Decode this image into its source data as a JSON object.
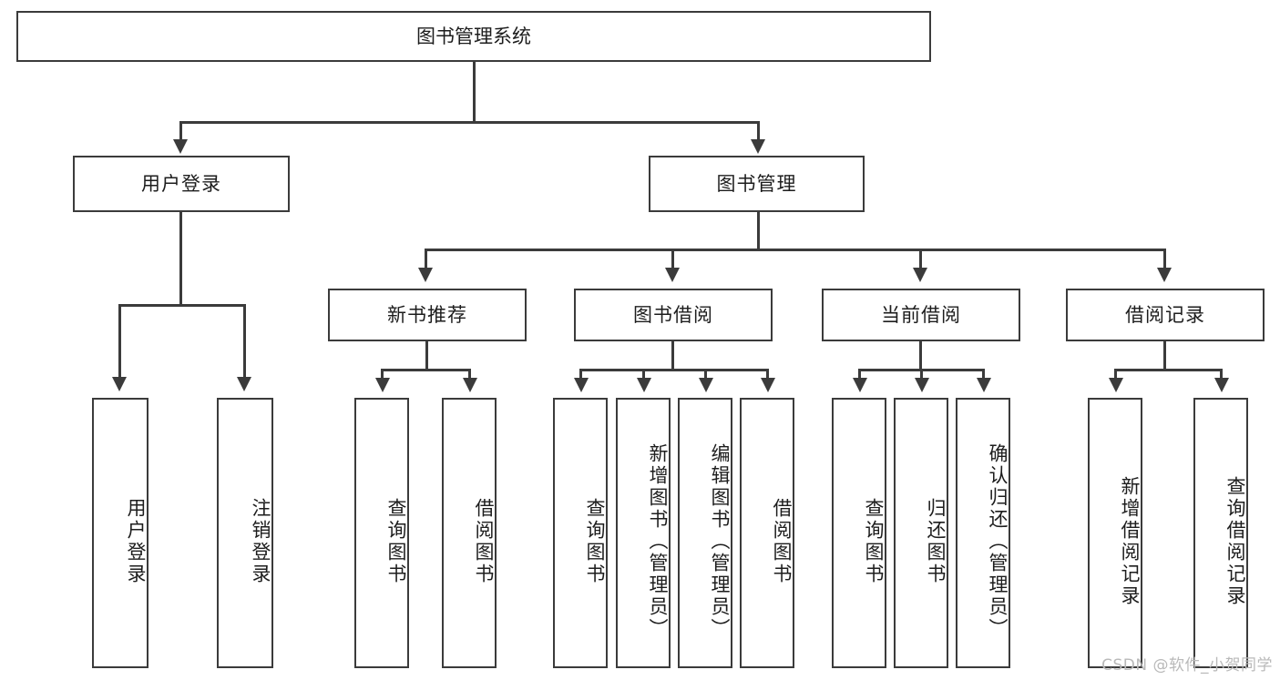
{
  "diagram": {
    "type": "tree",
    "title": "图书管理系统",
    "root": {
      "label": "图书管理系统"
    },
    "level2": [
      {
        "label": "用户登录"
      },
      {
        "label": "图书管理"
      }
    ],
    "level3": [
      {
        "label": "新书推荐"
      },
      {
        "label": "图书借阅"
      },
      {
        "label": "当前借阅"
      },
      {
        "label": "借阅记录"
      }
    ],
    "leaves": {
      "user_login": [
        {
          "label": "用户登录"
        },
        {
          "label": "注销登录"
        }
      ],
      "new_book_recommend": [
        {
          "label": "查询图书"
        },
        {
          "label": "借阅图书"
        }
      ],
      "book_borrow": [
        {
          "label": "查询图书"
        },
        {
          "label": "新增图书（管理员）"
        },
        {
          "label": "编辑图书（管理员）"
        },
        {
          "label": "借阅图书"
        }
      ],
      "current_borrow": [
        {
          "label": "查询图书"
        },
        {
          "label": "归还图书"
        },
        {
          "label": "确认归还（管理员）"
        }
      ],
      "borrow_record": [
        {
          "label": "新增借阅记录"
        },
        {
          "label": "查询借阅记录"
        }
      ]
    },
    "colors": {
      "stroke": "#3b3b3b",
      "fill": "#ffffff",
      "text": "#1d1d1d",
      "watermark": "#b9b9b9"
    }
  },
  "watermark": {
    "text": "CSDN @软件_小贺同学"
  }
}
